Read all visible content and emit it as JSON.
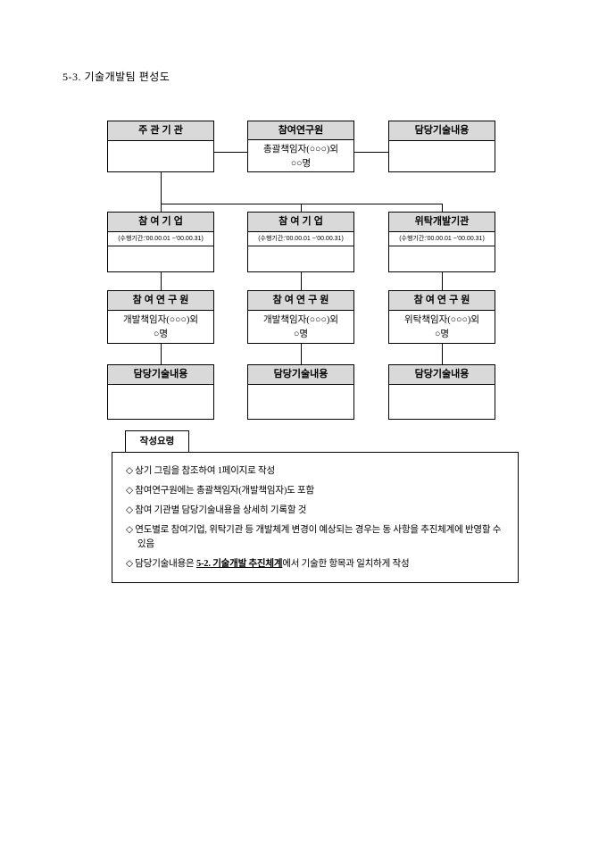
{
  "document": {
    "title": "5-3. 기술개발팀 편성도"
  },
  "org_chart": {
    "top_row": {
      "main_org": {
        "header": "주 관 기 관"
      },
      "researchers": {
        "header": "참여연구원",
        "line1": "총괄책임자(○○○)외",
        "line2": "○○명"
      },
      "tech": {
        "header": "담당기술내용"
      }
    },
    "columns": [
      {
        "org_title": "참 여 기 업",
        "org_period": "(수행기간:'00.00.01 ~'00.00.31)",
        "researcher_header": "참 여 연 구 원",
        "researcher_line1": "개발책임자(○○○)외",
        "researcher_line2": "○명",
        "tech_header": "담당기술내용"
      },
      {
        "org_title": "참 여 기 업",
        "org_period": "(수행기간:'00.00.01 ~'00.00.31)",
        "researcher_header": "참 여 연 구 원",
        "researcher_line1": "개발책임자(○○○)외",
        "researcher_line2": "○명",
        "tech_header": "담당기술내용"
      },
      {
        "org_title": "위탁개발기관",
        "org_period": "(수행기간:'00.00.01 ~'00.00.31)",
        "researcher_header": "참 여 연 구 원",
        "researcher_line1": "위탁책임자(○○○)외",
        "researcher_line2": "○명",
        "tech_header": "담당기술내용"
      }
    ]
  },
  "guidelines": {
    "label": "작성요령",
    "items": [
      "◇ 상기 그림을 참조하여 1페이지로 작성",
      "◇ 참여연구원에는 총괄책임자(개발책임자)도 포함",
      "◇ 참여 기관별 담당기술내용을 상세히 기록할 것",
      "◇ 연도별로 참여기업, 위탁기관 등 개발체계 변경이 예상되는 경우는 동 사항을 추진체계에 반영할 수 있음"
    ],
    "last_item": {
      "prefix": "◇ 담당기술내용은 ",
      "emphasis": "5-2. 기술개발 추진체계",
      "suffix": "에서 기술한 항목과 일치하게 작성"
    }
  },
  "colors": {
    "header_fill": "#d9d9d9",
    "border": "#000000"
  }
}
